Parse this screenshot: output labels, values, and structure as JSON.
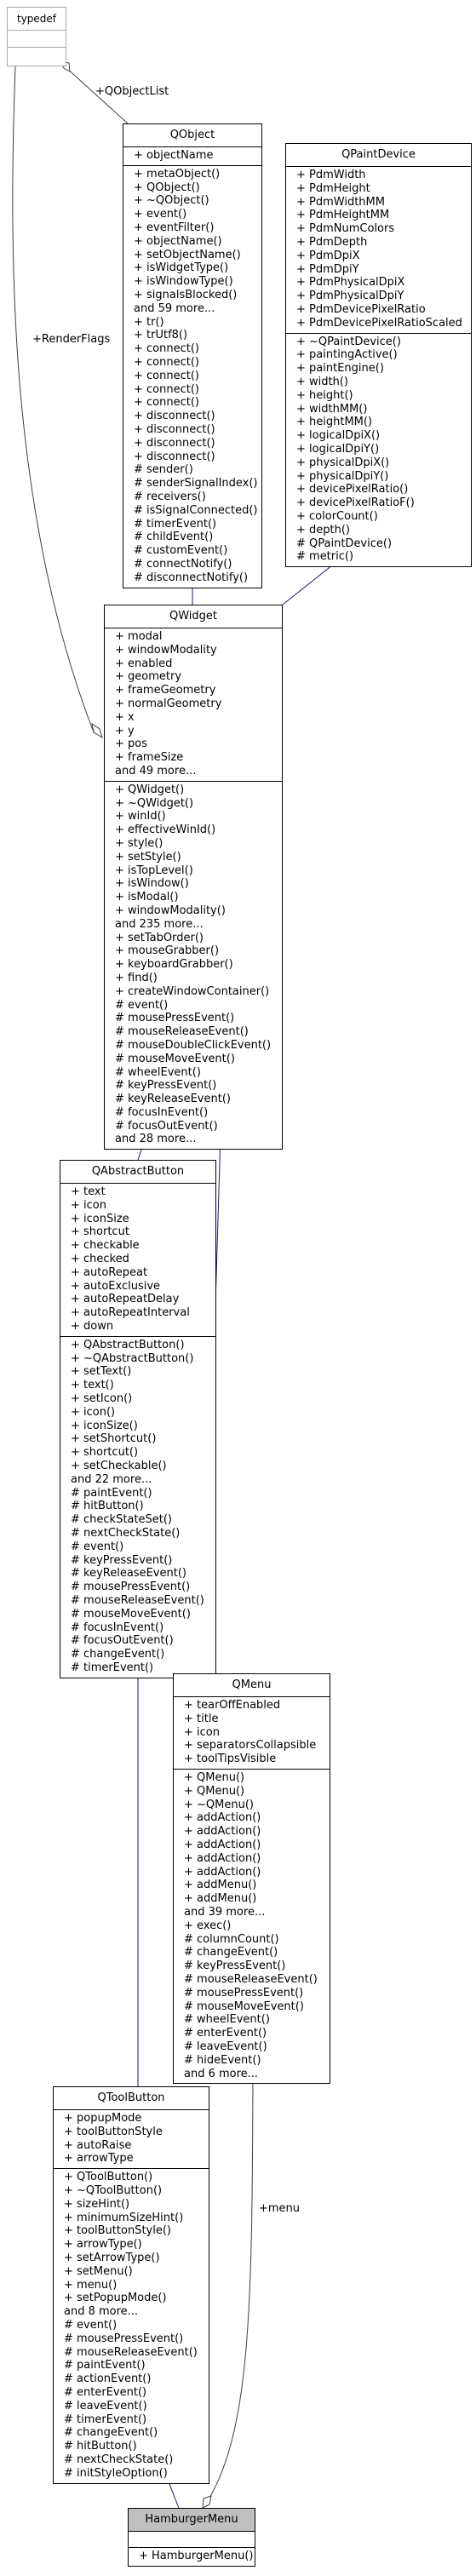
{
  "nodes": {
    "typedef": {
      "title": "typedef",
      "attributes": [],
      "methods": []
    },
    "qobject": {
      "title": "QObject",
      "attributes": [
        "+ objectName"
      ],
      "methods": [
        "+ metaObject()",
        "+ QObject()",
        "+ ~QObject()",
        "+ event()",
        "+ eventFilter()",
        "+ objectName()",
        "+ setObjectName()",
        "+ isWidgetType()",
        "+ isWindowType()",
        "+ signalsBlocked()",
        "and 59 more...",
        "+ tr()",
        "+ trUtf8()",
        "+ connect()",
        "+ connect()",
        "+ connect()",
        "+ connect()",
        "+ connect()",
        "+ disconnect()",
        "+ disconnect()",
        "+ disconnect()",
        "+ disconnect()",
        "# sender()",
        "# senderSignalIndex()",
        "# receivers()",
        "# isSignalConnected()",
        "# timerEvent()",
        "# childEvent()",
        "# customEvent()",
        "# connectNotify()",
        "# disconnectNotify()"
      ]
    },
    "qpaintdevice": {
      "title": "QPaintDevice",
      "attributes": [
        "+ PdmWidth",
        "+ PdmHeight",
        "+ PdmWidthMM",
        "+ PdmHeightMM",
        "+ PdmNumColors",
        "+ PdmDepth",
        "+ PdmDpiX",
        "+ PdmDpiY",
        "+ PdmPhysicalDpiX",
        "+ PdmPhysicalDpiY",
        "+ PdmDevicePixelRatio",
        "+ PdmDevicePixelRatioScaled"
      ],
      "methods": [
        "+ ~QPaintDevice()",
        "+ paintingActive()",
        "+ paintEngine()",
        "+ width()",
        "+ height()",
        "+ widthMM()",
        "+ heightMM()",
        "+ logicalDpiX()",
        "+ logicalDpiY()",
        "+ physicalDpiX()",
        "+ physicalDpiY()",
        "+ devicePixelRatio()",
        "+ devicePixelRatioF()",
        "+ colorCount()",
        "+ depth()",
        "# QPaintDevice()",
        "# metric()"
      ]
    },
    "qwidget": {
      "title": "QWidget",
      "attributes": [
        "+ modal",
        "+ windowModality",
        "+ enabled",
        "+ geometry",
        "+ frameGeometry",
        "+ normalGeometry",
        "+ x",
        "+ y",
        "+ pos",
        "+ frameSize",
        "and 49 more..."
      ],
      "methods": [
        "+ QWidget()",
        "+ ~QWidget()",
        "+ winId()",
        "+ effectiveWinId()",
        "+ style()",
        "+ setStyle()",
        "+ isTopLevel()",
        "+ isWindow()",
        "+ isModal()",
        "+ windowModality()",
        "and 235 more...",
        "+ setTabOrder()",
        "+ mouseGrabber()",
        "+ keyboardGrabber()",
        "+ find()",
        "+ createWindowContainer()",
        "# event()",
        "# mousePressEvent()",
        "# mouseReleaseEvent()",
        "# mouseDoubleClickEvent()",
        "# mouseMoveEvent()",
        "# wheelEvent()",
        "# keyPressEvent()",
        "# keyReleaseEvent()",
        "# focusInEvent()",
        "# focusOutEvent()",
        "and 28 more..."
      ]
    },
    "qabstractbutton": {
      "title": "QAbstractButton",
      "attributes": [
        "+ text",
        "+ icon",
        "+ iconSize",
        "+ shortcut",
        "+ checkable",
        "+ checked",
        "+ autoRepeat",
        "+ autoExclusive",
        "+ autoRepeatDelay",
        "+ autoRepeatInterval",
        "+ down"
      ],
      "methods": [
        "+ QAbstractButton()",
        "+ ~QAbstractButton()",
        "+ setText()",
        "+ text()",
        "+ setIcon()",
        "+ icon()",
        "+ iconSize()",
        "+ setShortcut()",
        "+ shortcut()",
        "+ setCheckable()",
        "and 22 more...",
        "# paintEvent()",
        "# hitButton()",
        "# checkStateSet()",
        "# nextCheckState()",
        "# event()",
        "# keyPressEvent()",
        "# keyReleaseEvent()",
        "# mousePressEvent()",
        "# mouseReleaseEvent()",
        "# mouseMoveEvent()",
        "# focusInEvent()",
        "# focusOutEvent()",
        "# changeEvent()",
        "# timerEvent()"
      ]
    },
    "qmenu": {
      "title": "QMenu",
      "attributes": [
        "+ tearOffEnabled",
        "+ title",
        "+ icon",
        "+ separatorsCollapsible",
        "+ toolTipsVisible"
      ],
      "methods": [
        "+ QMenu()",
        "+ QMenu()",
        "+ ~QMenu()",
        "+ addAction()",
        "+ addAction()",
        "+ addAction()",
        "+ addAction()",
        "+ addAction()",
        "+ addMenu()",
        "+ addMenu()",
        "and 39 more...",
        "+ exec()",
        "# columnCount()",
        "# changeEvent()",
        "# keyPressEvent()",
        "# mouseReleaseEvent()",
        "# mousePressEvent()",
        "# mouseMoveEvent()",
        "# wheelEvent()",
        "# enterEvent()",
        "# leaveEvent()",
        "# hideEvent()",
        "and 6 more..."
      ]
    },
    "qtoolbutton": {
      "title": "QToolButton",
      "attributes": [
        "+ popupMode",
        "+ toolButtonStyle",
        "+ autoRaise",
        "+ arrowType"
      ],
      "methods": [
        "+ QToolButton()",
        "+ ~QToolButton()",
        "+ sizeHint()",
        "+ minimumSizeHint()",
        "+ toolButtonStyle()",
        "+ arrowType()",
        "+ setArrowType()",
        "+ setMenu()",
        "+ menu()",
        "+ setPopupMode()",
        "and 8 more...",
        "# event()",
        "# mousePressEvent()",
        "# mouseReleaseEvent()",
        "# paintEvent()",
        "# actionEvent()",
        "# enterEvent()",
        "# leaveEvent()",
        "# timerEvent()",
        "# changeEvent()",
        "# hitButton()",
        "# nextCheckState()",
        "# initStyleOption()"
      ]
    },
    "hamburgermenu": {
      "title": "HamburgerMenu",
      "attributes": [],
      "methods": [
        "+ HamburgerMenu()"
      ]
    }
  },
  "edge_labels": {
    "qobjectlist": "+QObjectList",
    "renderflags": "+RenderFlags",
    "menu": "+menu"
  },
  "colors": {
    "inheritance": "#191970",
    "association": "#404040",
    "ghost_border": "#a8a8a8",
    "highlight_title": "#bfbfbf"
  }
}
